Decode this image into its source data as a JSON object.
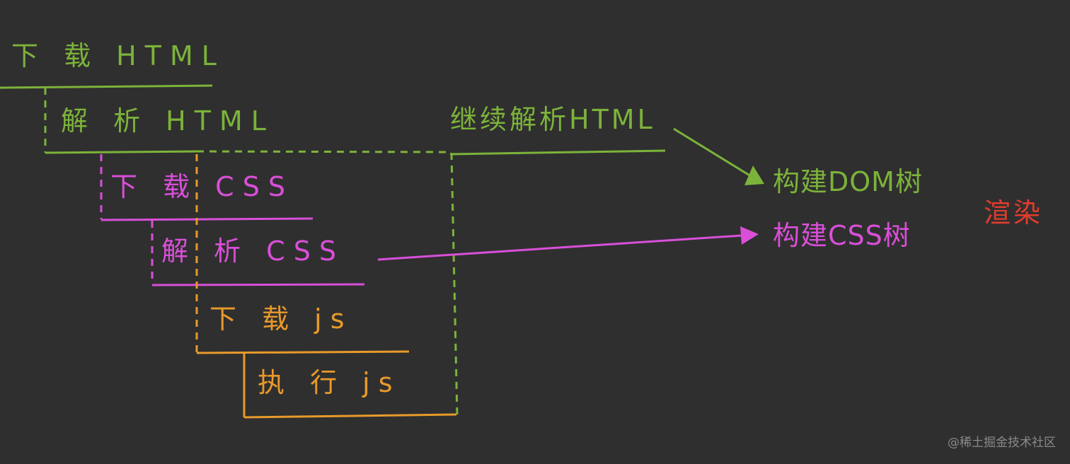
{
  "steps": {
    "download_html": "下 载 HTML",
    "parse_html": "解 析 HTML",
    "continue_parse_html": "继续解析HTML",
    "download_css": "下 载 CSS",
    "parse_css": "解 析 CSS",
    "download_js": "下 载 js",
    "execute_js": "执 行 js"
  },
  "results": {
    "build_dom_tree": "构建DOM树",
    "build_css_tree": "构建CSS树",
    "render": "渲染"
  },
  "watermark": "@稀土掘金技术社区",
  "colors": {
    "background": "#2f2f2f",
    "html": "#7cb33a",
    "css": "#d94fd8",
    "js": "#e99a2a",
    "render": "#e03c2c",
    "watermark": "#8a8a8a"
  }
}
